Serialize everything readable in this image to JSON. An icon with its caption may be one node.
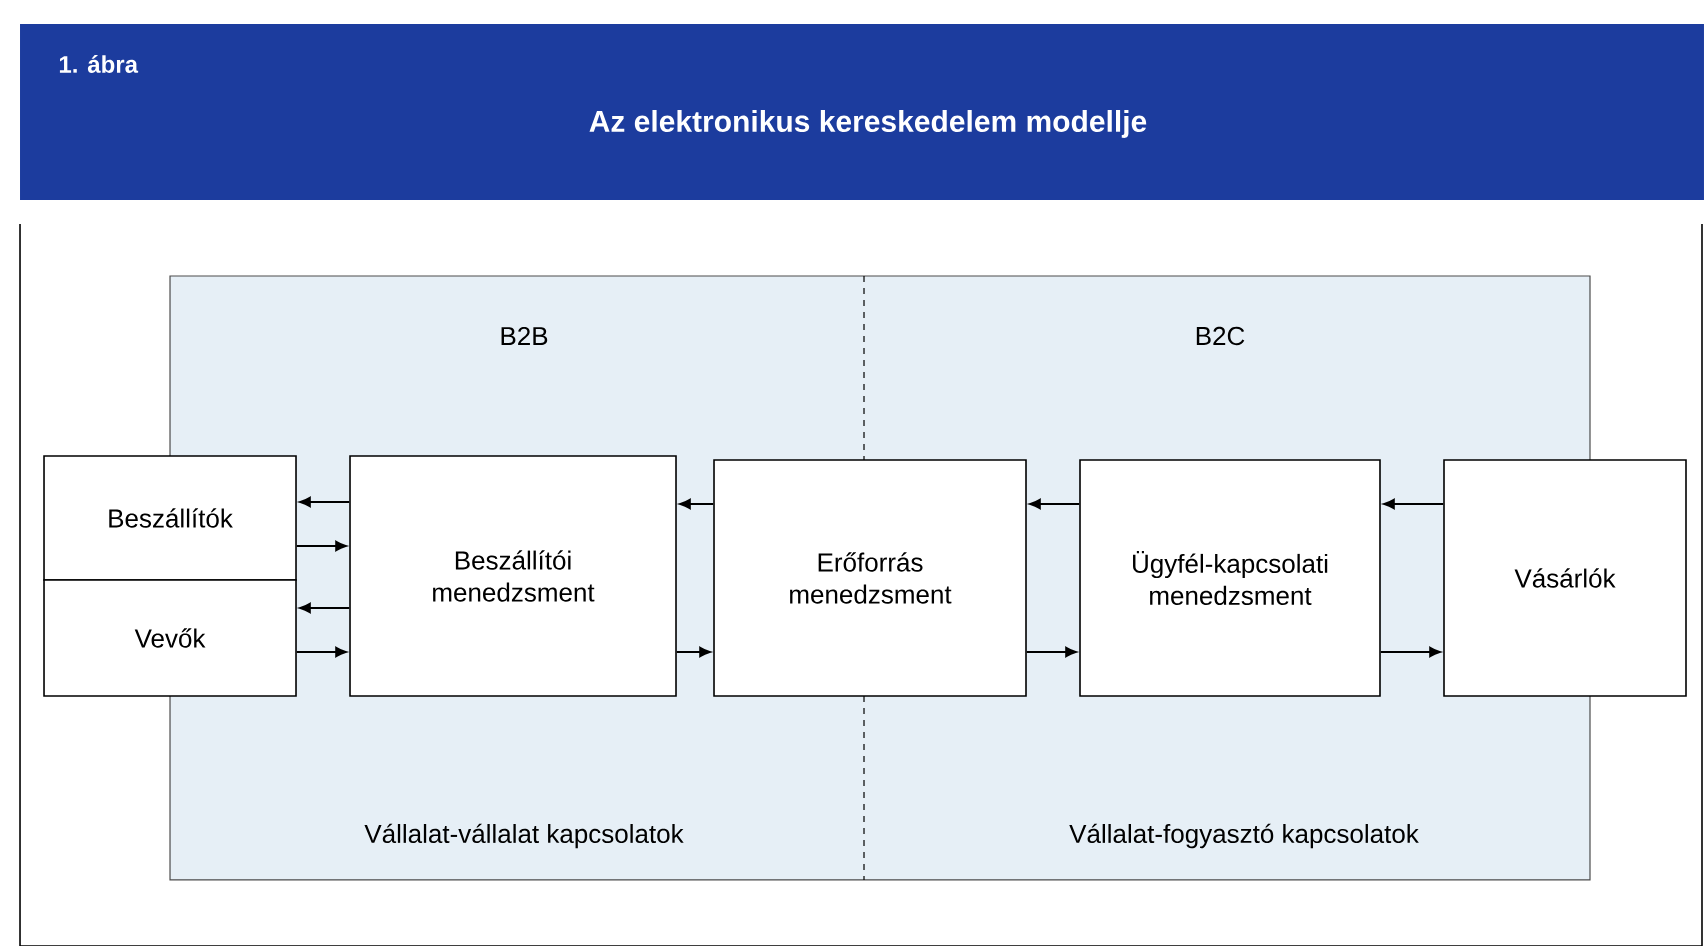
{
  "diagram": {
    "title": "Az elektronikus kereskedelem modellje",
    "nodes": [
      {
        "text": [
          "Beszállítók"
        ]
      },
      {
        "text": [
          "Vevők"
        ]
      },
      {
        "text": [
          "Beszállítói menedzsment"
        ]
      },
      {
        "text": [
          "Erőforrás menedzsment"
        ]
      },
      {
        "text": [
          "Ügyfél-kapcsolati menedzsment"
        ]
      },
      {
        "text": [
          "Vásárlók"
        ]
      }
    ],
    "edges": [
      {
        "from": 2,
        "to": 0,
        "arrow": "to"
      },
      {
        "from": 0,
        "to": 2,
        "arrow": "to"
      },
      {
        "from": 2,
        "to": 1,
        "arrow": "to"
      },
      {
        "from": 1,
        "to": 2,
        "arrow": "to"
      },
      {
        "from": 3,
        "to": 2,
        "arrow": "to"
      },
      {
        "from": 2,
        "to": 3,
        "arrow": "to"
      },
      {
        "from": 4,
        "to": 3,
        "arrow": "to"
      },
      {
        "from": 3,
        "to": 4,
        "arrow": "to"
      },
      {
        "from": 5,
        "to": 4,
        "arrow": "to"
      },
      {
        "from": 4,
        "to": 5,
        "arrow": "to"
      }
    ],
    "labels": [
      "1. ábra",
      "B2B",
      "B2C",
      "Vállalat-vállalat kapcsolatok",
      "Vállalat-fogyasztó kapcsolatok"
    ]
  }
}
